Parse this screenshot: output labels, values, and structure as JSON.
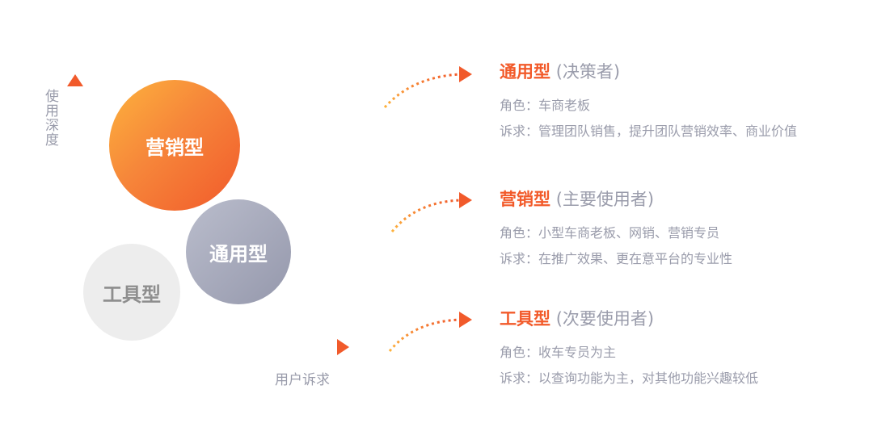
{
  "axes": {
    "y_label": "使用深度",
    "x_label": "用户诉求"
  },
  "circles": {
    "marketing": "营销型",
    "general": "通用型",
    "tool": "工具型"
  },
  "colors": {
    "accent": "#f25a2a",
    "gray": "#9a9cab"
  },
  "items": [
    {
      "name": "通用型",
      "tag": "(决策者)",
      "role": "角色：车商老板",
      "demand": "诉求：管理团队销售，提升团队营销效率、商业价值"
    },
    {
      "name": "营销型",
      "tag": "(主要使用者)",
      "role": "角色：小型车商老板、网销、营销专员",
      "demand": "诉求：在推广效果、更在意平台的专业性"
    },
    {
      "name": "工具型",
      "tag": "(次要使用者)",
      "role": "角色：收车专员为主",
      "demand": "诉求：以查询功能为主，对其他功能兴趣较低"
    }
  ]
}
